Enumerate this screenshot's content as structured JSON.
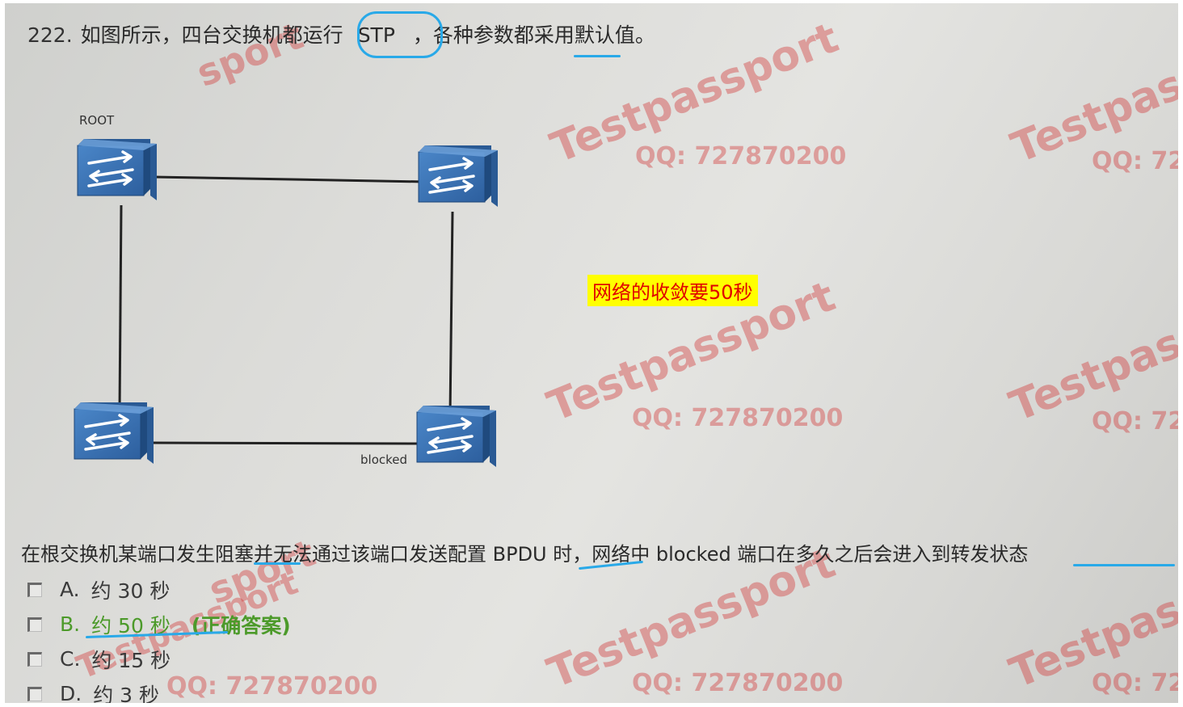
{
  "question_header": {
    "number": "222.",
    "text_before": "如图所示，四台交换机都运行",
    "protocol": "STP",
    "text_after": "，各种参数都采用默认值。"
  },
  "diagram": {
    "root_label": "ROOT",
    "blocked_label": "blocked"
  },
  "annotation": "网络的收敛要50秒",
  "question_body": "在根交换机某端口发生阻塞并无法通过该端口发送配置 BPDU 时，网络中 blocked 端口在多久之后会进入到转发状态",
  "options": [
    {
      "letter": "A.",
      "text": "约 30 秒"
    },
    {
      "letter": "B.",
      "text": "约 50 秒",
      "tag": "(正确答案)"
    },
    {
      "letter": "C.",
      "text": "约 15 秒"
    },
    {
      "letter": "D.",
      "text": "约 3 秒"
    }
  ],
  "watermark": {
    "brand": "Testpassport",
    "brand_partial": "Testpassp",
    "brand_fragment": "sport",
    "qq": "QQ: 727870200",
    "qq_partial": "QQ: 72"
  },
  "colors": {
    "pen_blue": "#29a9e8",
    "switch_blue": "#3a6fb0",
    "highlight_bg": "#ffff00",
    "highlight_text": "#e00000",
    "correct_green": "#4c9a2a",
    "watermark_red": "#d23c3c"
  }
}
